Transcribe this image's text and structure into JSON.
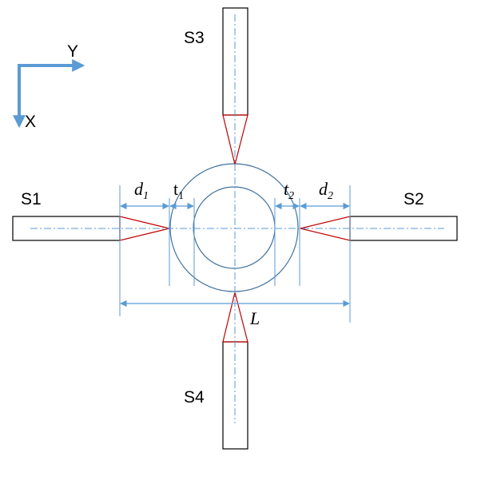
{
  "labels": {
    "axis_y": "Y",
    "axis_x": "X",
    "s1": "S1",
    "s2": "S2",
    "s3": "S3",
    "s4": "S4",
    "d1": "d",
    "d1_sub": "1",
    "t1": "t",
    "t1_sub": "1",
    "t2": "t",
    "t2_sub": "2",
    "d2": "d",
    "d2_sub": "2",
    "L": "L"
  },
  "colors": {
    "dimension_blue": "#5B9BD5",
    "taper_red": "#C00000",
    "outline": "#000000"
  }
}
